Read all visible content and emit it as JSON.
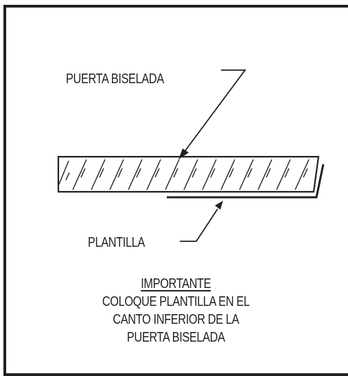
{
  "labels": {
    "door": "PUERTA BISELADA",
    "template": "PLANTILLA"
  },
  "note": {
    "heading": "IMPORTANTE",
    "lines": [
      "COLOQUE PLANTILLA EN EL",
      "CANTO INFERIOR DE LA",
      "PUERTA BISELADA"
    ]
  },
  "colors": {
    "ink": "#231f20",
    "background": "#ffffff"
  }
}
